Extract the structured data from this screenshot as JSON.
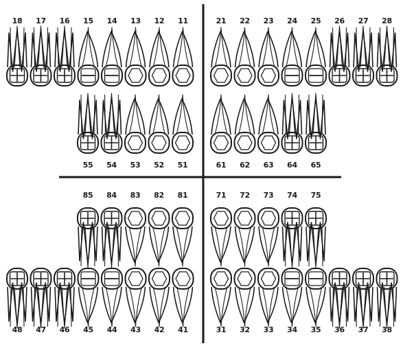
{
  "chart": {
    "upper_permanent": {
      "right": [
        "18",
        "17",
        "16",
        "15",
        "14",
        "13",
        "12",
        "11"
      ],
      "left": [
        "21",
        "22",
        "23",
        "24",
        "25",
        "26",
        "27",
        "28"
      ]
    },
    "upper_primary": {
      "right": [
        "55",
        "54",
        "53",
        "52",
        "51"
      ],
      "left": [
        "61",
        "62",
        "63",
        "64",
        "65"
      ]
    },
    "lower_primary": {
      "right": [
        "85",
        "84",
        "83",
        "82",
        "81"
      ],
      "left": [
        "71",
        "72",
        "73",
        "74",
        "75"
      ]
    },
    "lower_permanent": {
      "right": [
        "48",
        "47",
        "46",
        "45",
        "44",
        "43",
        "42",
        "41"
      ],
      "left": [
        "31",
        "32",
        "33",
        "34",
        "35",
        "36",
        "37",
        "38"
      ]
    }
  },
  "colors": {
    "ink": "#1a1a1a",
    "background": "#ffffff"
  }
}
